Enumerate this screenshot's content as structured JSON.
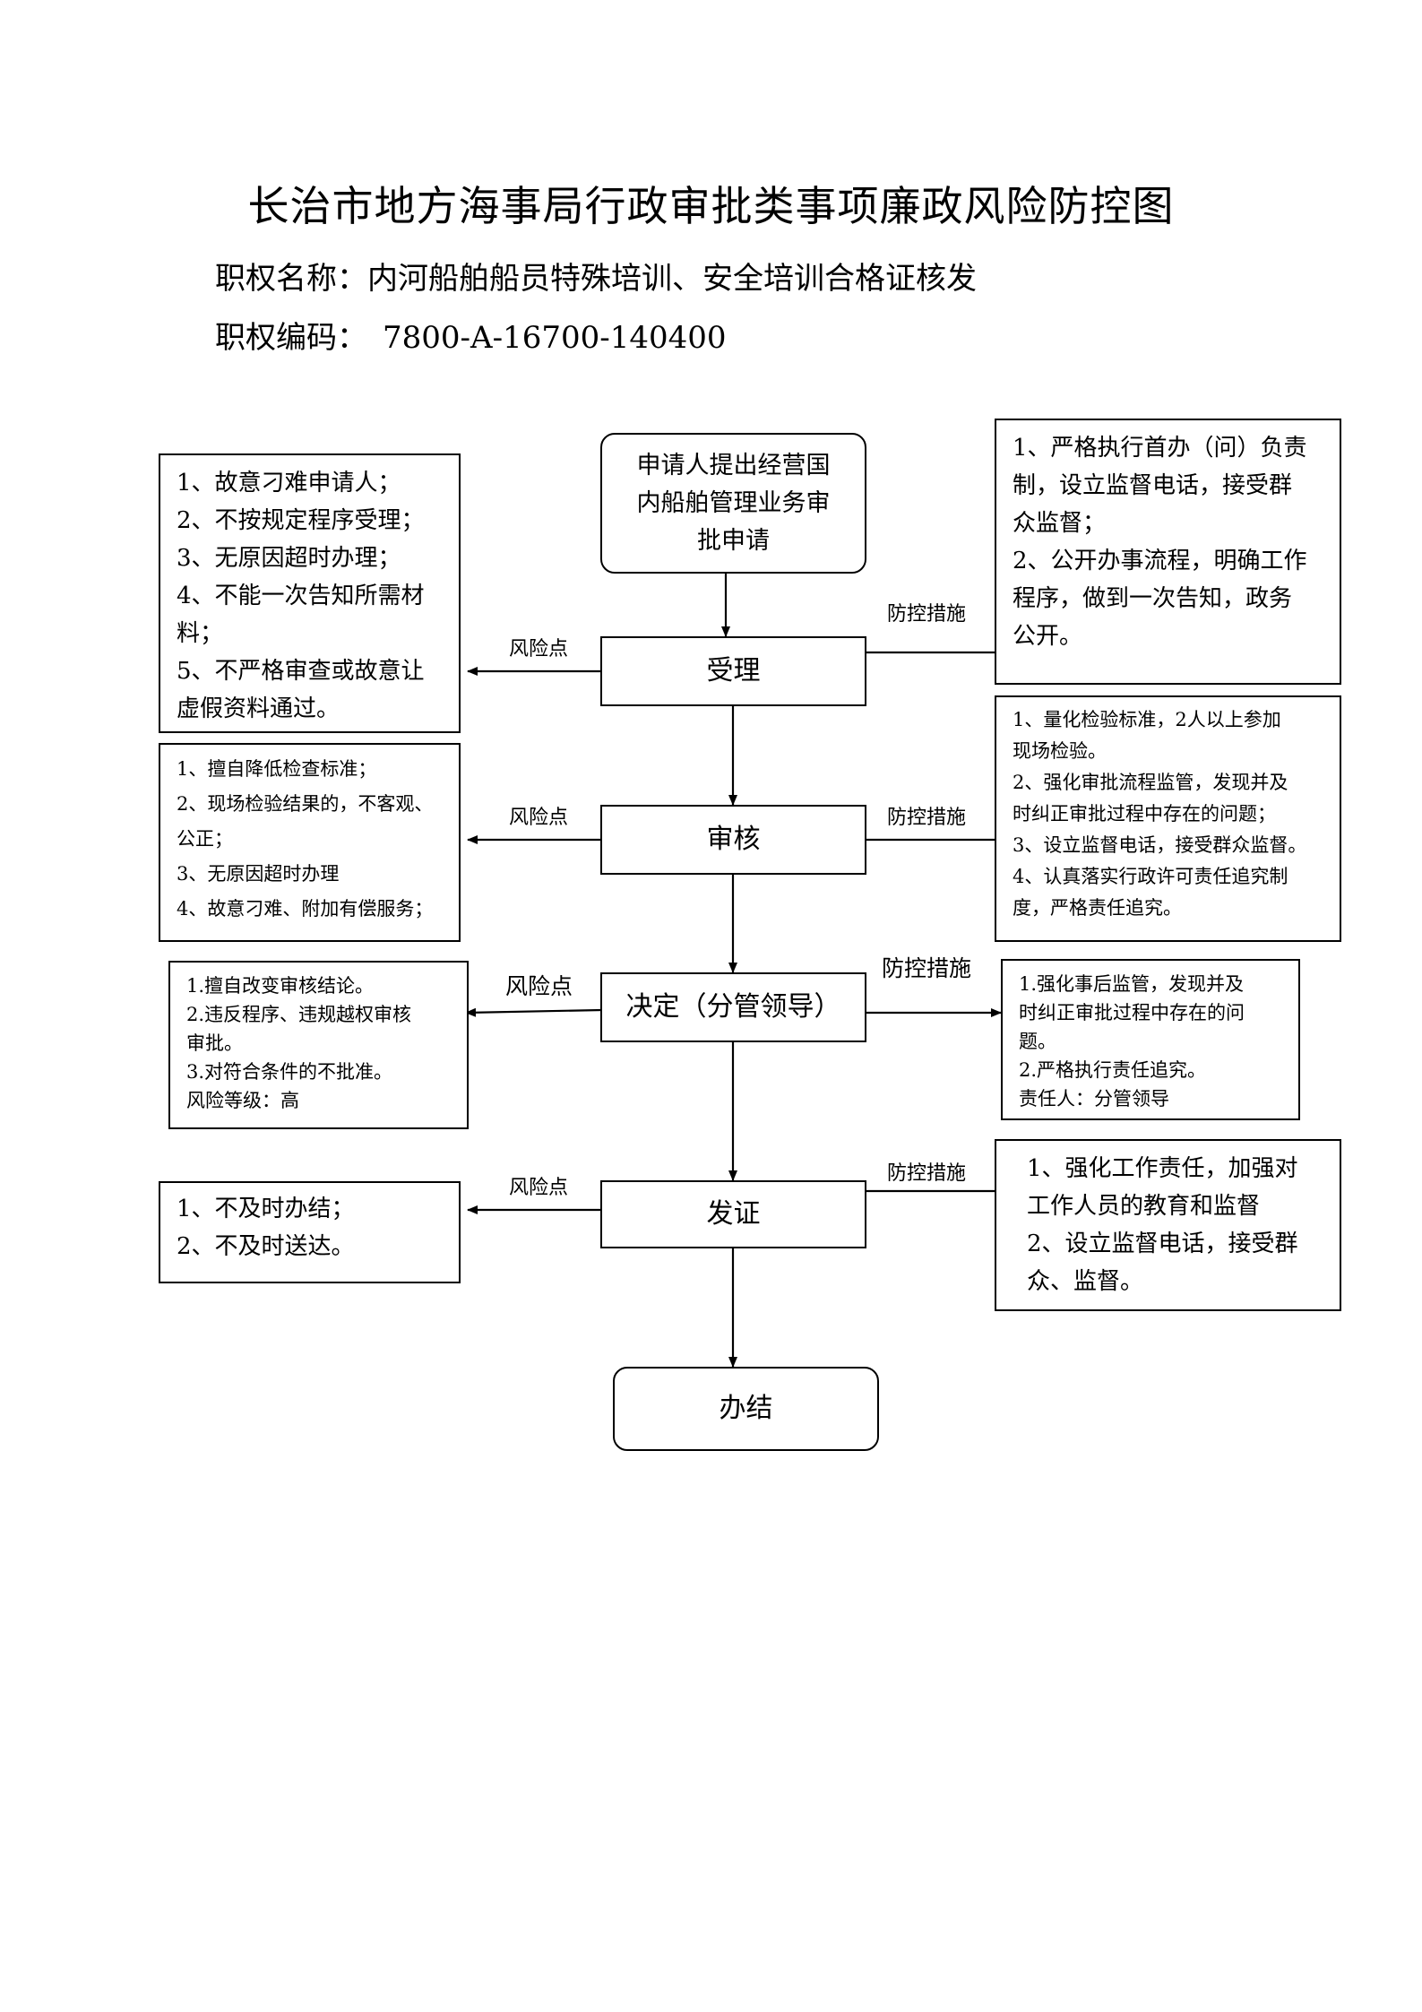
{
  "header": {
    "title": "长治市地方海事局行政审批类事项廉政风险防控图",
    "authority_name": "职权名称：内河船舶船员特殊培训、安全培训合格证核发",
    "authority_code": "职权编码：　7800-A-16700-140400"
  },
  "flow": {
    "start": "申请人提出经营国内船舶管理业务审批申请",
    "steps": [
      "受理",
      "审核",
      "决定（分管领导）",
      "发证"
    ],
    "end": "办结",
    "risk_label": "风险点",
    "control_label": "防控措施"
  },
  "risks": [
    [
      "1、故意刁难申请人；",
      "2、不按规定程序受理；",
      "3、无原因超时办理；",
      "4、不能一次告知所需材",
      "料；",
      "5、不严格审查或故意让",
      "虚假资料通过。"
    ],
    [
      "1、擅自降低检查标准；",
      "2、现场检验结果的，不客观、",
      "公正；",
      "3、无原因超时办理",
      "4、故意刁难、附加有偿服务；"
    ],
    [
      "1.擅自改变审核结论。",
      "2.违反程序、违规越权审核",
      "审批。",
      "3.对符合条件的不批准。",
      "风险等级：高"
    ],
    [
      "1、不及时办结；",
      "2、不及时送达。"
    ]
  ],
  "controls": [
    [
      "1、严格执行首办（问）负责",
      "制，设立监督电话，接受群",
      "众监督；",
      "2、公开办事流程，明确工作",
      "程序，做到一次告知，政务",
      "公开。"
    ],
    [
      "1、量化检验标准，2人以上参加",
      "现场检验。",
      "2、强化审批流程监管，发现并及",
      "时纠正审批过程中存在的问题；",
      "3、设立监督电话，接受群众监督。",
      "4、认真落实行政许可责任追究制",
      "度，严格责任追究。"
    ],
    [
      "1.强化事后监管，发现并及",
      "时纠正审批过程中存在的问",
      "题。",
      "2.严格执行责任追究。",
      "责任人：分管领导"
    ],
    [
      "1、强化工作责任，加强对",
      "工作人员的教育和监督",
      "2、设立监督电话，接受群",
      "众、监督。"
    ]
  ]
}
